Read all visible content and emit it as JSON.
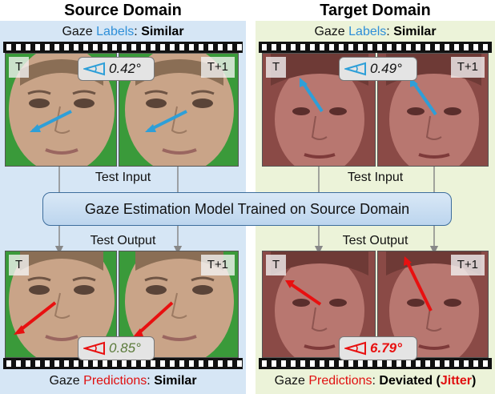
{
  "titles": {
    "source": "Source Domain",
    "target": "Target Domain"
  },
  "source": {
    "labels_caption": {
      "prefix": "Gaze ",
      "highlight": "Labels",
      "sep": ": ",
      "verdict": "Similar"
    },
    "label_angle": "0.42°",
    "predictions_caption": {
      "prefix": "Gaze ",
      "highlight": "Predictions",
      "sep": ": ",
      "verdict": "Similar"
    },
    "prediction_angle": "0.85°"
  },
  "target": {
    "labels_caption": {
      "prefix": "Gaze ",
      "highlight": "Labels",
      "sep": ": ",
      "verdict": "Similar"
    },
    "label_angle": "0.49°",
    "predictions_caption": {
      "prefix": "Gaze ",
      "highlight": "Predictions",
      "sep": ": ",
      "verdict": "Deviated",
      "paren_open": " (",
      "jitter": "Jitter",
      "paren_close": ")"
    },
    "prediction_angle": "6.79°"
  },
  "frame_tags": {
    "current": "T",
    "next": "T+1"
  },
  "test_input": "Test Input",
  "test_output": "Test Output",
  "model_label": "Gaze Estimation Model Trained on Source Domain",
  "colors": {
    "source_panel": "#d6e6f5",
    "target_panel": "#ecf3d9",
    "label_arrow": "#2e9fd8",
    "prediction_arrow": "#e81010",
    "highlight_labels": "#2e8fd8",
    "highlight_predictions": "#e01010",
    "model_box": "#c7dcf1",
    "green_screen": "#3a9a3a"
  },
  "icons": {
    "gaze_angle": "gaze-angle-icon",
    "face_photo": "face-photo",
    "film_strip": "film-strip"
  }
}
